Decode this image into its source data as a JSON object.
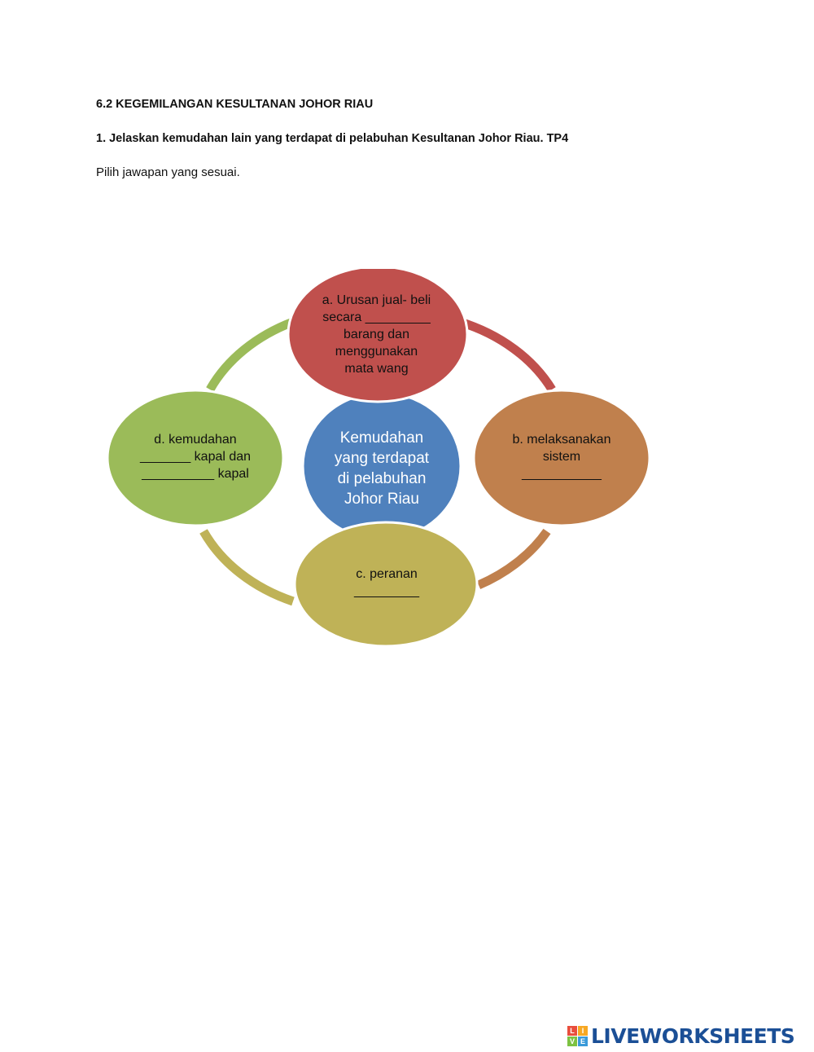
{
  "document": {
    "section_title": "6.2 KEGEMILANGAN KESULTANAN JOHOR RIAU",
    "question": "1. Jelaskan kemudahan lain yang terdapat di pelabuhan Kesultanan Johor Riau. TP4",
    "instruction": "Pilih jawapan yang sesuai."
  },
  "diagram": {
    "center": {
      "text": "Kemudahan\nyang terdapat\ndi pelabuhan\nJohor Riau",
      "color": "#4f81bd"
    },
    "nodes": [
      {
        "id": "a",
        "text": "a. Urusan jual- beli\nsecara _________\nbarang dan\nmenggunakan\nmata wang",
        "color": "#c0504d"
      },
      {
        "id": "b",
        "text": "b. melaksanakan\nsistem\n___________",
        "color": "#c0804d"
      },
      {
        "id": "c",
        "text": "c. peranan\n_________",
        "color": "#bfb257"
      },
      {
        "id": "d",
        "text": "d. kemudahan\n_______ kapal dan\n__________ kapal",
        "color": "#9bbb59"
      }
    ]
  },
  "branding": {
    "logo_cells": [
      "L",
      "I",
      "V",
      "E"
    ],
    "logo_text": "LIVEWORKSHEETS",
    "colors": [
      "#e94e3d",
      "#f7a823",
      "#7dc242",
      "#3a9ad9"
    ]
  }
}
